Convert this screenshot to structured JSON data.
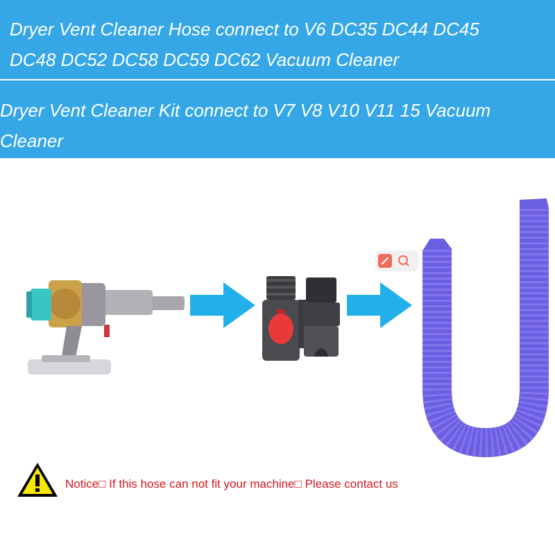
{
  "banner": {
    "line1": "Dryer Vent Cleaner Hose connect to V6 DC35 DC44 DC45",
    "line2": "DC48 DC52 DC58 DC59 DC62 Vacuum Cleaner",
    "line3": " Dryer Vent Cleaner Kit connect to  V7 V8 V10 V11 15 Vacuum",
    "line4": "Cleaner",
    "color": "#35a6e6"
  },
  "illustration": {
    "items": [
      "cordless-vacuum-icon",
      "arrow-right-icon",
      "quick-release-adapter-icon",
      "arrow-right-icon",
      "flexible-hose-icon"
    ],
    "arrow_color": "#21b0ea",
    "hose_color": "#6b5ee0"
  },
  "notice": {
    "text": "Notice□  If this hose can not fit your machine□  Please contact us",
    "color": "#d4161c"
  }
}
